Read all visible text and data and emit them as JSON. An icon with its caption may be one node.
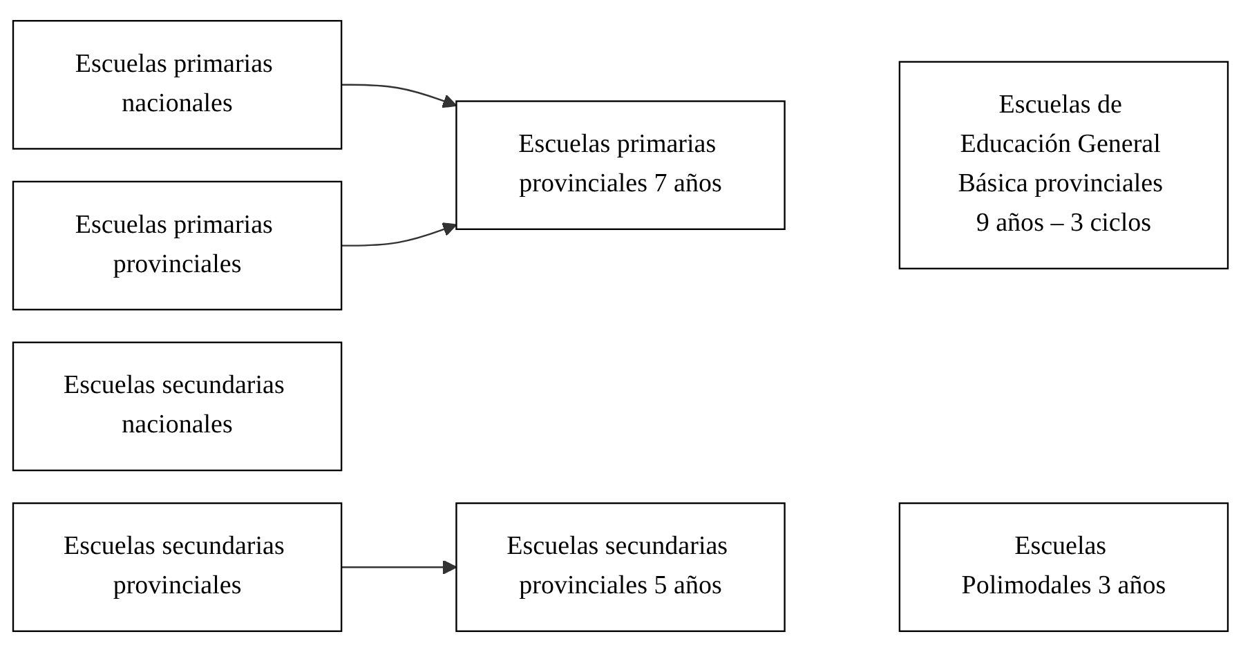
{
  "diagram": {
    "nodes": [
      {
        "text": [
          "Escuelas primarias nacionales"
        ]
      },
      {
        "text": [
          "Escuelas primarias provinciales"
        ]
      },
      {
        "text": [
          "Escuelas secundarias nacionales"
        ]
      },
      {
        "text": [
          "Escuelas secundarias provinciales"
        ]
      },
      {
        "text": [
          "Escuelas primarias provinciales 7 años"
        ]
      },
      {
        "text": [
          "Escuelas secundarias provinciales 5 años"
        ]
      },
      {
        "text": [
          "Escuelas de Educación General Básica provinciales 9 años – 3 ciclos"
        ]
      },
      {
        "text": [
          "Escuelas Polimodales 3 años"
        ]
      }
    ],
    "edges": [
      {
        "from": 0,
        "to": 4,
        "arrow": "to"
      },
      {
        "from": 1,
        "to": 4,
        "arrow": "to"
      },
      {
        "from": 3,
        "to": 5,
        "arrow": "to"
      }
    ]
  }
}
